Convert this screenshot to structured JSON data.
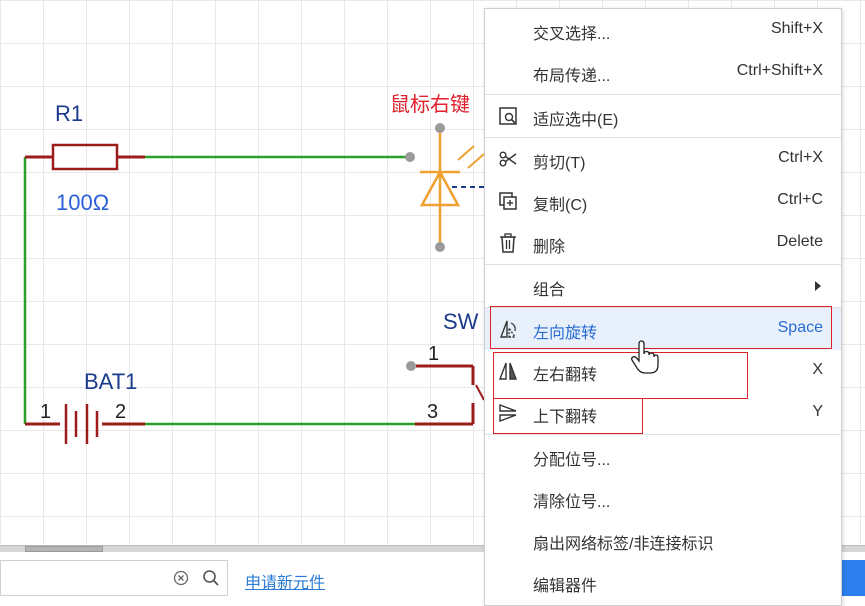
{
  "schematic": {
    "r1_name": "R1",
    "r1_value": "100Ω",
    "bat_name": "BAT1",
    "bat_pin1": "1",
    "bat_pin2": "2",
    "sw_name": "SW",
    "sw_pin1": "1",
    "sw_pin3": "3",
    "annotation": "鼠标右键",
    "colors": {
      "wire": "#2aa02a",
      "component": "#9c1c1c",
      "led": "#f0a030",
      "name_text": "#1a3a8c",
      "value_text": "#2a60d8",
      "annotation_text": "#e0202a"
    }
  },
  "context_menu": {
    "items": [
      {
        "label": "交叉选择...",
        "shortcut": "Shift+X",
        "icon": ""
      },
      {
        "label": "布局传递...",
        "shortcut": "Ctrl+Shift+X",
        "icon": ""
      },
      {
        "label": "适应选中(E)",
        "shortcut": "",
        "icon": "fit-selection-icon"
      },
      {
        "label": "剪切(T)",
        "shortcut": "Ctrl+X",
        "icon": "scissors-icon"
      },
      {
        "label": "复制(C)",
        "shortcut": "Ctrl+C",
        "icon": "copy-icon"
      },
      {
        "label": "删除",
        "shortcut": "Delete",
        "icon": "trash-icon"
      },
      {
        "label": "组合",
        "shortcut": "",
        "icon": "",
        "submenu": true
      },
      {
        "label": "左向旋转",
        "shortcut": "Space",
        "icon": "rotate-left-icon",
        "highlighted": true
      },
      {
        "label": "左右翻转",
        "shortcut": "X",
        "icon": "flip-horizontal-icon"
      },
      {
        "label": "上下翻转",
        "shortcut": "Y",
        "icon": "flip-vertical-icon"
      },
      {
        "label": "分配位号...",
        "shortcut": "",
        "icon": ""
      },
      {
        "label": "清除位号...",
        "shortcut": "",
        "icon": ""
      },
      {
        "label": "扇出网络标签/非连接标识",
        "shortcut": "",
        "icon": ""
      },
      {
        "label": "编辑器件",
        "shortcut": "",
        "icon": ""
      }
    ]
  },
  "bottom_panel": {
    "search_value": "",
    "apply_link": "申请新元件"
  }
}
